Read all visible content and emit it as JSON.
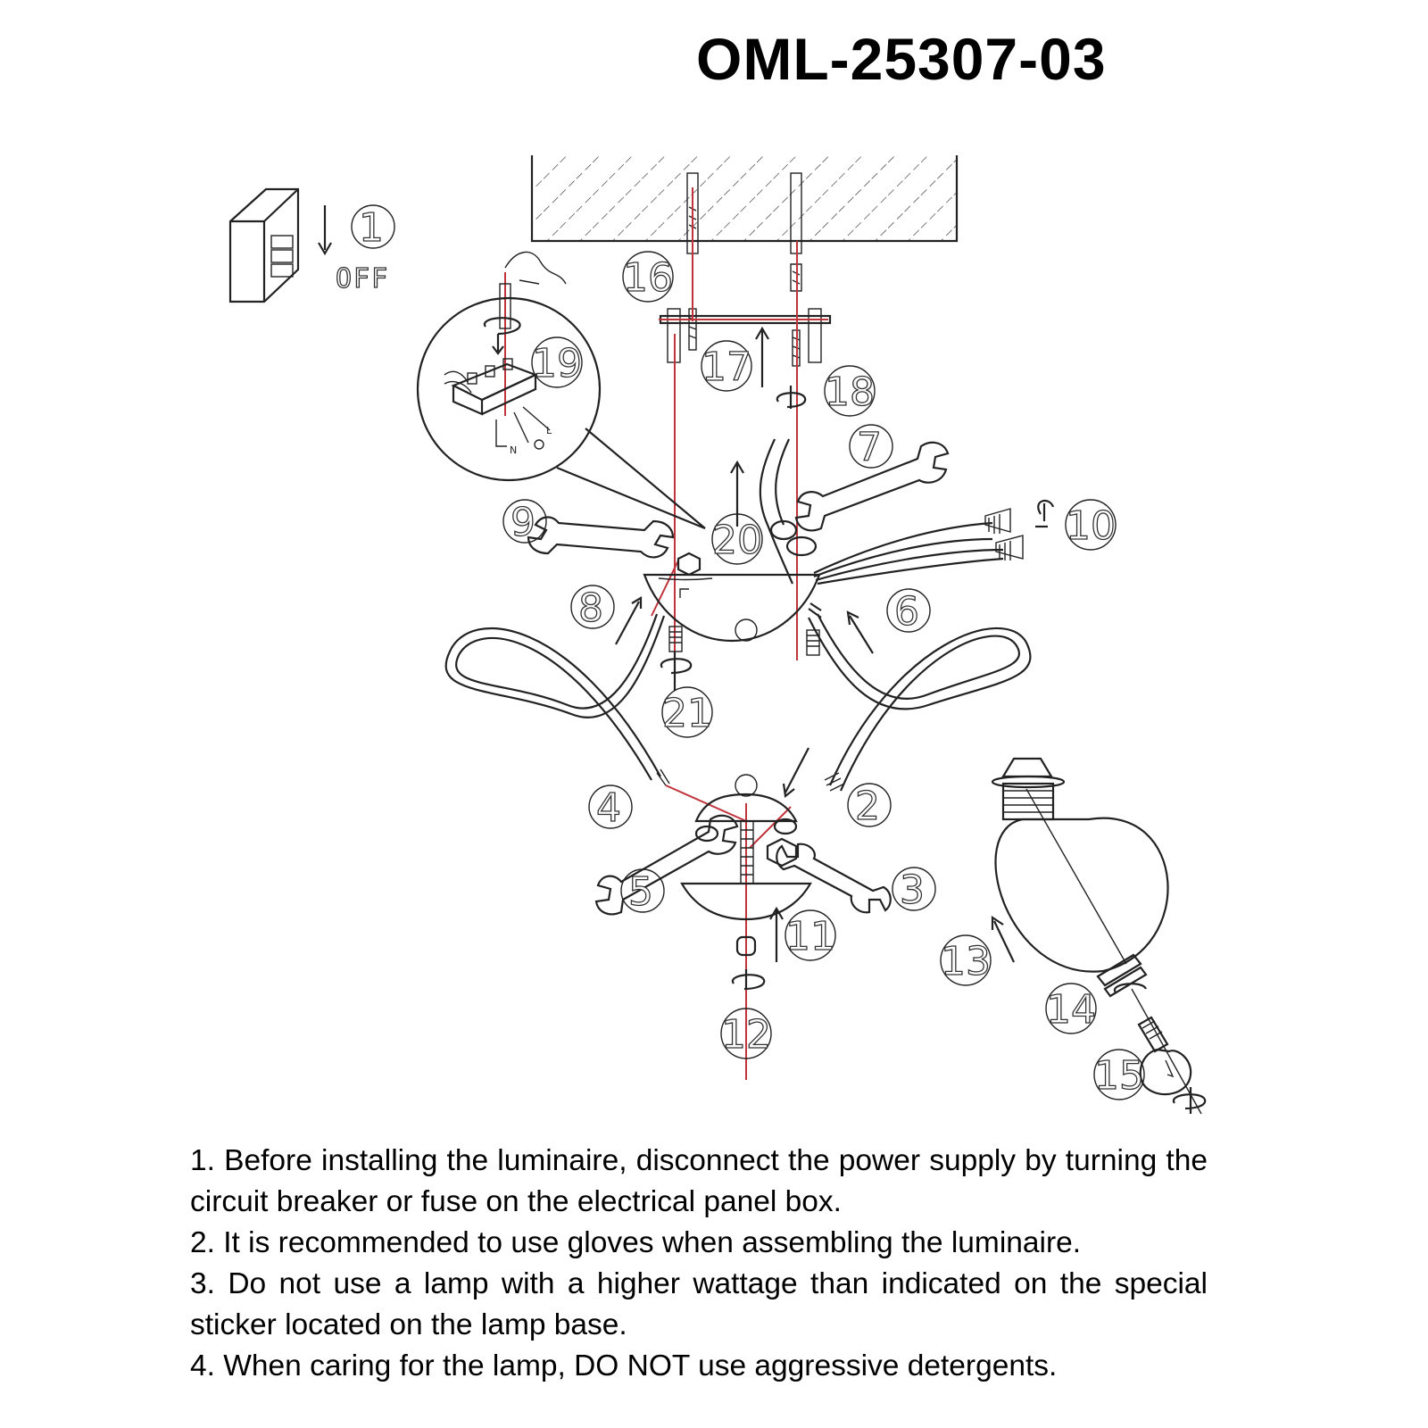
{
  "title": "OML-25307-03",
  "switch": {
    "label": "OFF"
  },
  "callouts": [
    "1",
    "2",
    "3",
    "4",
    "5",
    "6",
    "7",
    "8",
    "9",
    "10",
    "11",
    "12",
    "13",
    "14",
    "15",
    "16",
    "17",
    "18",
    "19",
    "20",
    "21"
  ],
  "wiring": {
    "n": "N",
    "l": "L"
  },
  "notes": [
    "1. Before installing the luminaire, disconnect the power supply by turning the circuit breaker or fuse on the electrical panel box.",
    "2. It is recommended to use gloves when assembling the luminaire.",
    "3. Do not use a lamp with a higher wattage than indicated on the special sticker located on the lamp base.",
    "4. When caring for the lamp, DO NOT use aggressive detergents."
  ]
}
